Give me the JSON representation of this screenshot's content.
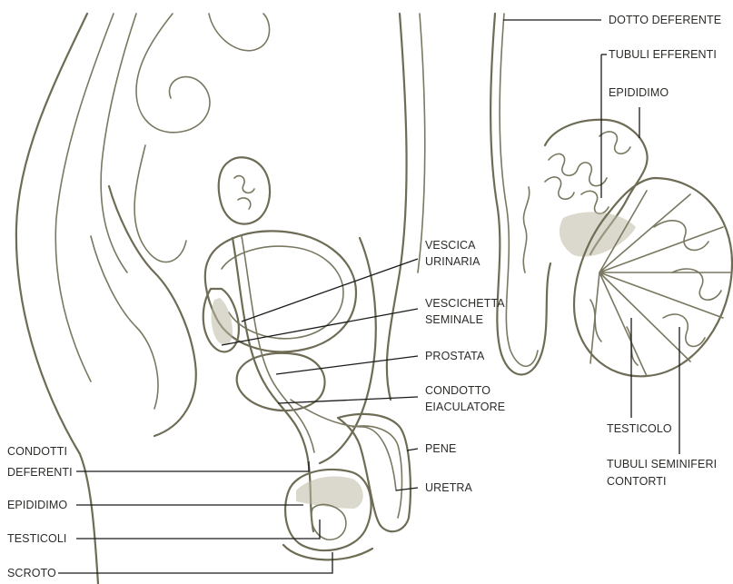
{
  "colors": {
    "ink": "#6e6c55",
    "leader": "#1a1a1a",
    "text": "#2b2b28",
    "background": "#ffffff"
  },
  "labels": {
    "dotto_deferente": "DOTTO DEFERENTE",
    "tubuli_efferenti": "TUBULI EFFERENTI",
    "epididimo_right": "EPIDIDIMO",
    "vescica_1": "VESCICA",
    "vescica_2": "URINARIA",
    "vescichetta_1": "VESCICHETTA",
    "vescichetta_2": "SEMINALE",
    "prostata": "PROSTATA",
    "condotto_1": "CONDOTTO",
    "condotto_2": "EIACULATORE",
    "pene": "PENE",
    "uretra": "URETRA",
    "condotti_1": "CONDOTTI",
    "condotti_2": "DEFERENTI",
    "epididimo_left": "EPIDIDIMO",
    "testicoli": "TESTICOLI",
    "scroto": "SCROTO",
    "testicolo": "TESTICOLO",
    "tubuli_sem_1": "TUBULI SEMINIFERI",
    "tubuli_sem_2": "CONTORTI"
  }
}
